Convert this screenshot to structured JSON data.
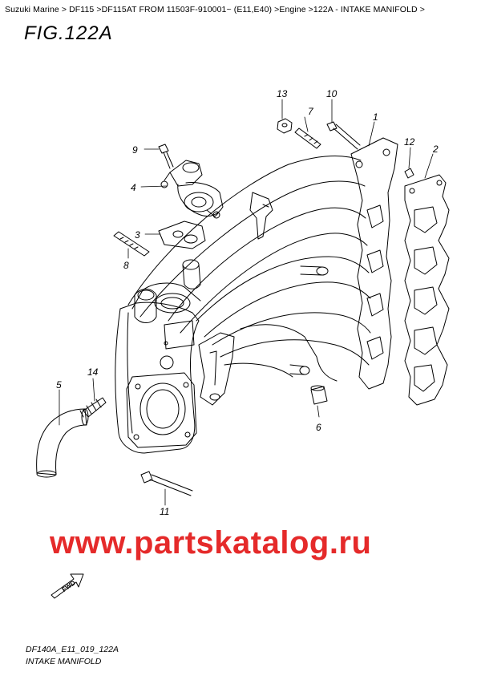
{
  "breadcrumb": "Suzuki Marine > DF115 >DF115AT FROM 11503F-910001~ (E11,E40) >Engine >122A - INTAKE MANIFOLD >",
  "figure_title": "FIG.122A",
  "callouts": {
    "c1": "1",
    "c2": "2",
    "c3": "3",
    "c4": "4",
    "c5": "5",
    "c6": "6",
    "c7": "7",
    "c8": "8",
    "c9": "9",
    "c10": "10",
    "c11": "11",
    "c12": "12",
    "c13": "13",
    "c14": "14"
  },
  "watermark": "www.partskatalog.ru",
  "fwd_label": "FWD",
  "footer": {
    "code": "DF140A_E11_019_122A",
    "name": "INTAKE MANIFOLD"
  },
  "colors": {
    "watermark": "#e52a2a",
    "line": "#000000"
  }
}
